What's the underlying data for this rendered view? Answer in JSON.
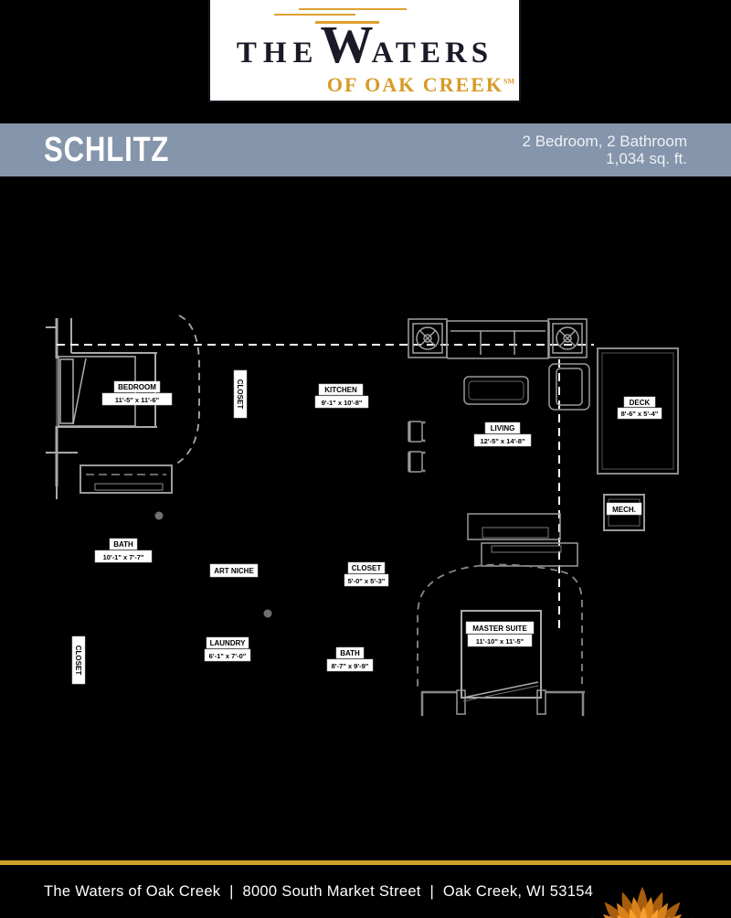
{
  "logo": {
    "the": "THE",
    "w_initial": "W",
    "aters": "ATERS",
    "subtitle": "OF OAK CREEK",
    "trademark": "SM"
  },
  "banner": {
    "plan_name": "SCHLITZ",
    "specs_line1": "2 Bedroom, 2 Bathroom",
    "specs_line2": "1,034 sq. ft.",
    "bg_color": "#8595ab"
  },
  "floorplan": {
    "rooms": [
      {
        "name": "BEDROOM",
        "dims": "11'-5\" x 11'-6\""
      },
      {
        "name": "CLOSET",
        "dims": ""
      },
      {
        "name": "KITCHEN",
        "dims": "9'-1\" x 10'-8\""
      },
      {
        "name": "LIVING",
        "dims": "12'-5\" x 14'-8\""
      },
      {
        "name": "DECK",
        "dims": "8'-6\" x 5'-4\""
      },
      {
        "name": "MECH.",
        "dims": ""
      },
      {
        "name": "BATH",
        "dims": "10'-1\" x 7'-7\""
      },
      {
        "name": "ART NICHE",
        "dims": ""
      },
      {
        "name": "CLOSET",
        "dims": "5'-0\" x 5'-3\""
      },
      {
        "name": "LAUNDRY",
        "dims": "6'-1\" x 7'-0\""
      },
      {
        "name": "BATH",
        "dims": "8'-7\" x 9'-9\""
      },
      {
        "name": "MASTER SUITE",
        "dims": "11'-10\" x 11'-5\""
      },
      {
        "name": "CLOSET",
        "dims": ""
      }
    ]
  },
  "footer": {
    "address": "The Waters of Oak Creek  |  8000 South Market Street  |  Oak Creek, WI 53154",
    "accent_color": "#cfa02a"
  }
}
